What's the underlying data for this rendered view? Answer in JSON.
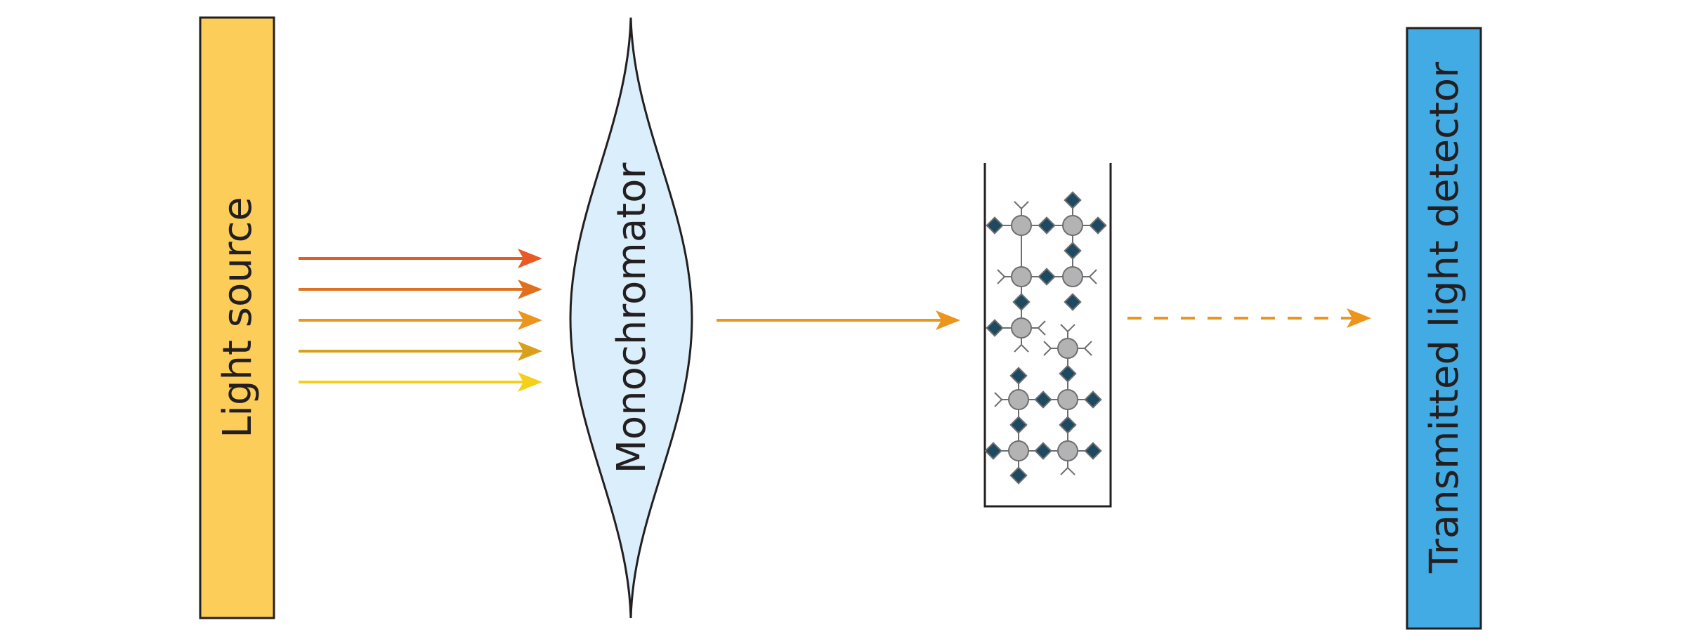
{
  "labels": {
    "light_source": "Light source",
    "monochromator": "Monochromator",
    "detector": "Transmitted light detector"
  },
  "colors": {
    "light_source_fill": "#fdcd5a",
    "monochromator_fill": "#dbeefb",
    "detector_fill": "#43abe3",
    "outline": "#231f20",
    "beam_colors": [
      "#e85a25",
      "#e0701e",
      "#ec951d",
      "#d9a01c",
      "#f4d01a"
    ],
    "mono_beam": "#ec951d",
    "molecule_node": "#b3b3b3",
    "molecule_tag": "#1d4a60"
  },
  "icons": {
    "beam_arrow": "arrow-right-icon",
    "dashed_beam_arrow": "dashed-arrow-right-icon",
    "molecule": "molecule-node-icon"
  }
}
